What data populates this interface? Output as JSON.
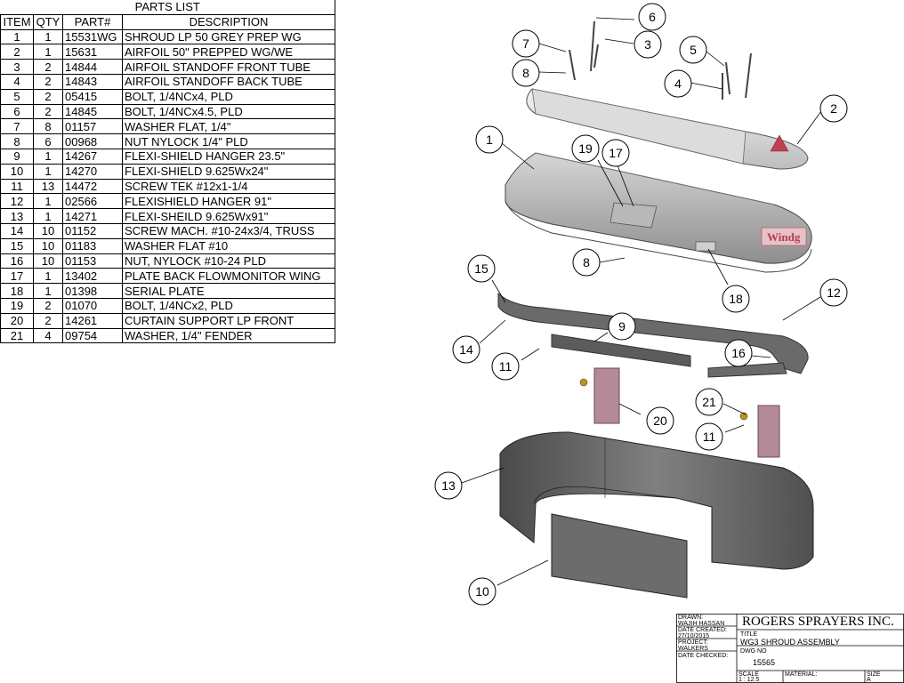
{
  "parts_list": {
    "title": "PARTS LIST",
    "headers": [
      "ITEM",
      "QTY",
      "PART#",
      "DESCRIPTION"
    ],
    "rows": [
      [
        "1",
        "1",
        "15531WG",
        "SHROUD LP 50 GREY PREP WG"
      ],
      [
        "2",
        "1",
        "15631",
        "AIRFOIL 50\" PREPPED WG/WE"
      ],
      [
        "3",
        "2",
        "14844",
        "AIRFOIL STANDOFF FRONT TUBE"
      ],
      [
        "4",
        "2",
        "14843",
        "AIRFOIL STANDOFF BACK TUBE"
      ],
      [
        "5",
        "2",
        "05415",
        "BOLT, 1/4NCx4, PLD"
      ],
      [
        "6",
        "2",
        "14845",
        "BOLT, 1/4NCx4.5, PLD"
      ],
      [
        "7",
        "8",
        "01157",
        "WASHER FLAT, 1/4\""
      ],
      [
        "8",
        "6",
        "00968",
        "NUT NYLOCK 1/4\" PLD"
      ],
      [
        "9",
        "1",
        "14267",
        "FLEXI-SHIELD HANGER 23.5\""
      ],
      [
        "10",
        "1",
        "14270",
        "FLEXI-SHIELD 9.625Wx24\""
      ],
      [
        "11",
        "13",
        "14472",
        "SCREW TEK #12x1-1/4"
      ],
      [
        "12",
        "1",
        "02566",
        "FLEXISHIELD HANGER 91\""
      ],
      [
        "13",
        "1",
        "14271",
        "FLEXI-SHEILD 9.625Wx91\""
      ],
      [
        "14",
        "10",
        "01152",
        "SCREW MACH. #10-24x3/4, TRUSS"
      ],
      [
        "15",
        "10",
        "01183",
        "WASHER FLAT #10"
      ],
      [
        "16",
        "10",
        "01153",
        "NUT, NYLOCK #10-24 PLD"
      ],
      [
        "17",
        "1",
        "13402",
        "PLATE BACK FLOWMONITOR WING"
      ],
      [
        "18",
        "1",
        "01398",
        "SERIAL PLATE"
      ],
      [
        "19",
        "2",
        "01070",
        "BOLT, 1/4NCx2, PLD"
      ],
      [
        "20",
        "2",
        "14261",
        "CURTAIN SUPPORT LP FRONT"
      ],
      [
        "21",
        "4",
        "09754",
        "WASHER, 1/4\" FENDER"
      ]
    ]
  },
  "drawing": {
    "balloons": [
      "1",
      "2",
      "3",
      "4",
      "5",
      "6",
      "7",
      "8",
      "8",
      "9",
      "10",
      "11",
      "11",
      "12",
      "13",
      "14",
      "15",
      "16",
      "17",
      "18",
      "19",
      "20",
      "21"
    ],
    "shroud_logo_text": "Windg",
    "colors": {
      "shroud": "#c8c8c8",
      "shroud_dark": "#9a9a9a",
      "panel": "#707070",
      "plate": "#b48a96",
      "logo": "#b04050"
    }
  },
  "title_block": {
    "drawn_label": "DRAWN:",
    "drawn_value": "WAJIH HASSAN",
    "date_created_label": "DATE CREATED:",
    "date_created_value": "27/10/2015",
    "project_label": "PROJECT:",
    "project_value": "WALKERS",
    "date_checked_label": "DATE CHECKED:",
    "company": "ROGERS SPRAYERS INC.",
    "title_label": "TITLE",
    "title_value": "WG3 SHROUD ASSEMBLY",
    "dwg_label": "DWG NO",
    "dwg_value": "15565",
    "scale_label": "SCALE",
    "scale_value": "1 : 12.5",
    "material_label": "MATERIAL:",
    "size_label": "SIZE",
    "size_value": "A"
  }
}
